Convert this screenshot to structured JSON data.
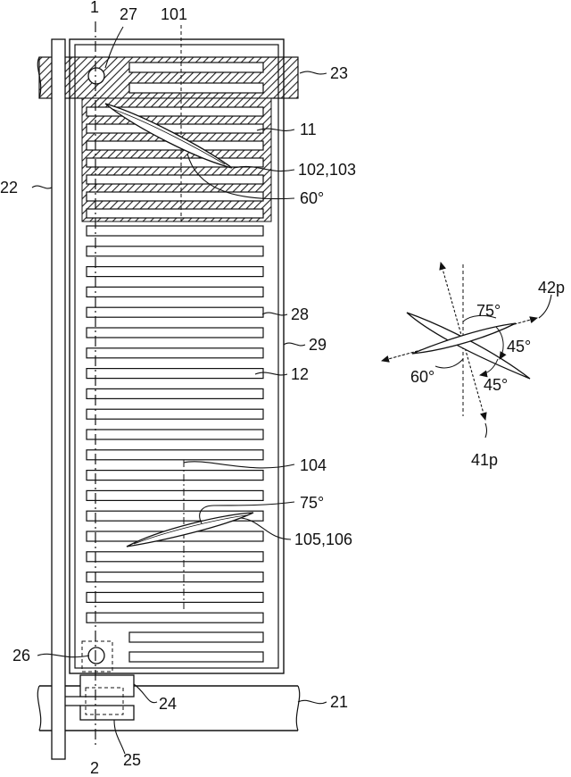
{
  "labels": {
    "l1": "1",
    "l2": "2",
    "l27": "27",
    "l101": "101",
    "l23": "23",
    "l11": "11",
    "l22": "22",
    "l102": "102,103",
    "l60a": "60°",
    "l28": "28",
    "l29": "29",
    "l12": "12",
    "l104": "104",
    "l75a": "75°",
    "l105": "105,106",
    "l26": "26",
    "l24": "24",
    "l21": "21",
    "l25": "25",
    "l42p": "42p",
    "l75b": "75°",
    "l45a": "45°",
    "l60b": "60°",
    "l45b": "45°",
    "l41p": "41p"
  }
}
